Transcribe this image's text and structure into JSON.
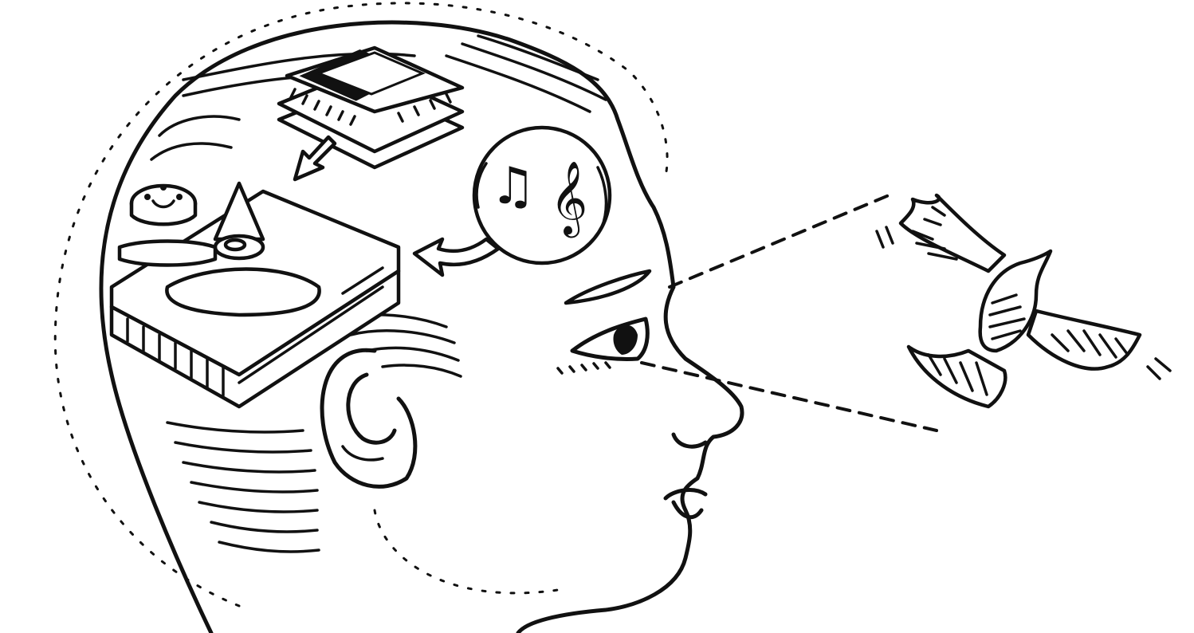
{
  "illustration": {
    "style": "hand-drawn black ink line art",
    "background_color": "#ffffff",
    "ink_color": "#111111",
    "elements": [
      "head-profile",
      "hard-drive",
      "microchip",
      "music-thought-bubble",
      "flying-bird",
      "dashed-line-of-sight"
    ],
    "music_glyphs": {
      "notes": "♫",
      "clef": "𝄞"
    }
  }
}
